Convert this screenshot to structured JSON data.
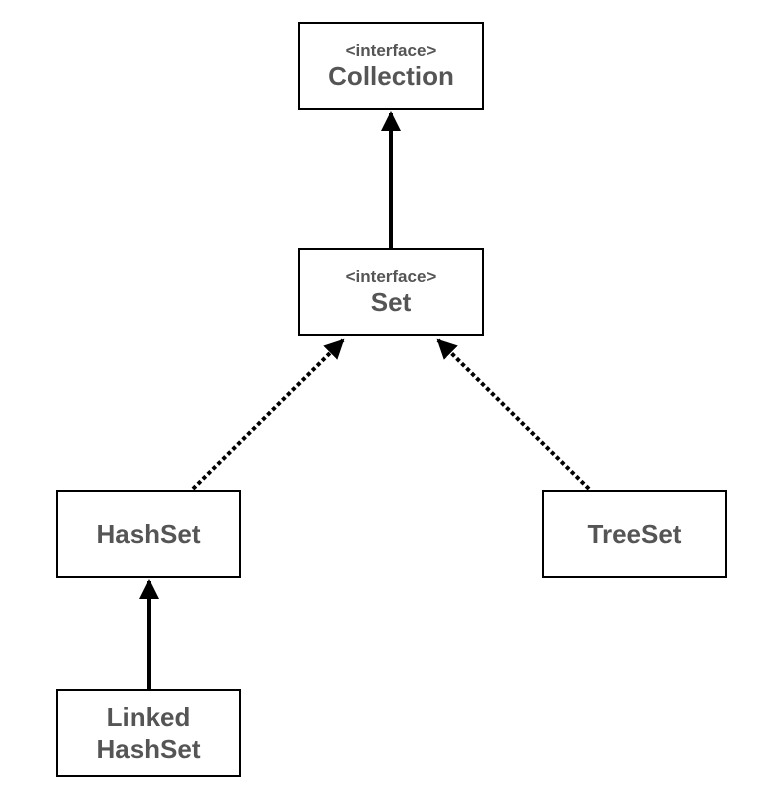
{
  "nodes": {
    "collection": {
      "stereotype": "<interface>",
      "name": "Collection"
    },
    "set": {
      "stereotype": "<interface>",
      "name": "Set"
    },
    "hashset": {
      "name": "HashSet"
    },
    "treeset": {
      "name": "TreeSet"
    },
    "linked_hashset": {
      "name_line1": "Linked",
      "name_line2": "HashSet"
    }
  },
  "edges": [
    {
      "from": "Set",
      "to": "Collection",
      "style": "solid"
    },
    {
      "from": "HashSet",
      "to": "Set",
      "style": "dotted"
    },
    {
      "from": "TreeSet",
      "to": "Set",
      "style": "dotted"
    },
    {
      "from": "Linked HashSet",
      "to": "HashSet",
      "style": "solid"
    }
  ]
}
